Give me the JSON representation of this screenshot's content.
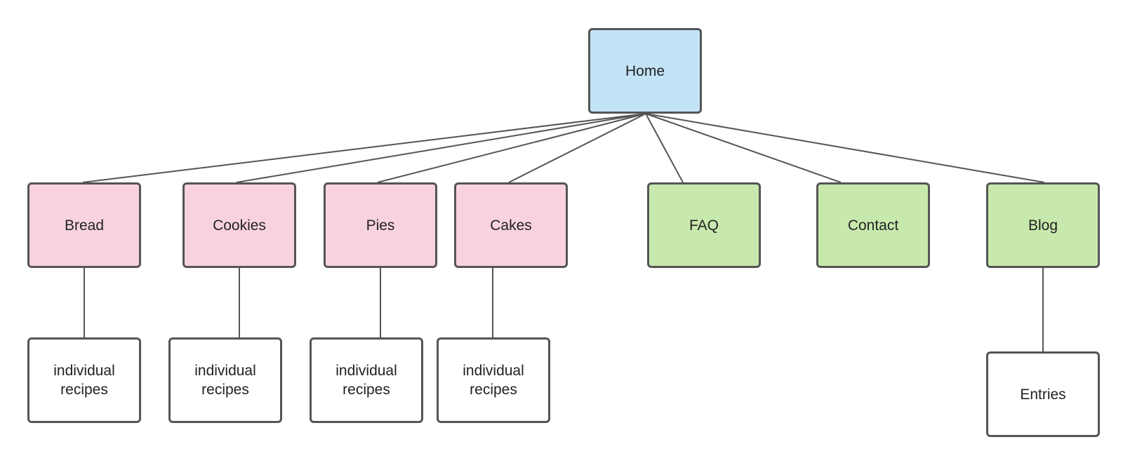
{
  "colors": {
    "root_fill": "#c3e4f7",
    "recipe_category_fill": "#f8d3de",
    "info_page_fill": "#c8e9ad",
    "leaf_fill": "#ffffff",
    "border": "#555555",
    "connector": "#555555",
    "text": "#222222"
  },
  "nodes": {
    "home": {
      "label": "Home"
    },
    "bread": {
      "label": "Bread"
    },
    "cookies": {
      "label": "Cookies"
    },
    "pies": {
      "label": "Pies"
    },
    "cakes": {
      "label": "Cakes"
    },
    "faq": {
      "label": "FAQ"
    },
    "contact": {
      "label": "Contact"
    },
    "blog": {
      "label": "Blog"
    },
    "bread_recipes": {
      "label": "individual\nrecipes"
    },
    "cookies_recipes": {
      "label": "individual\nrecipes"
    },
    "pies_recipes": {
      "label": "individual\nrecipes"
    },
    "cakes_recipes": {
      "label": "individual\nrecipes"
    },
    "blog_entries": {
      "label": "Entries"
    }
  },
  "edges": [
    {
      "from": "home",
      "to": "bread"
    },
    {
      "from": "home",
      "to": "cookies"
    },
    {
      "from": "home",
      "to": "pies"
    },
    {
      "from": "home",
      "to": "cakes"
    },
    {
      "from": "home",
      "to": "faq"
    },
    {
      "from": "home",
      "to": "contact"
    },
    {
      "from": "home",
      "to": "blog"
    },
    {
      "from": "bread",
      "to": "bread_recipes"
    },
    {
      "from": "cookies",
      "to": "cookies_recipes"
    },
    {
      "from": "pies",
      "to": "pies_recipes"
    },
    {
      "from": "cakes",
      "to": "cakes_recipes"
    },
    {
      "from": "blog",
      "to": "blog_entries"
    }
  ]
}
